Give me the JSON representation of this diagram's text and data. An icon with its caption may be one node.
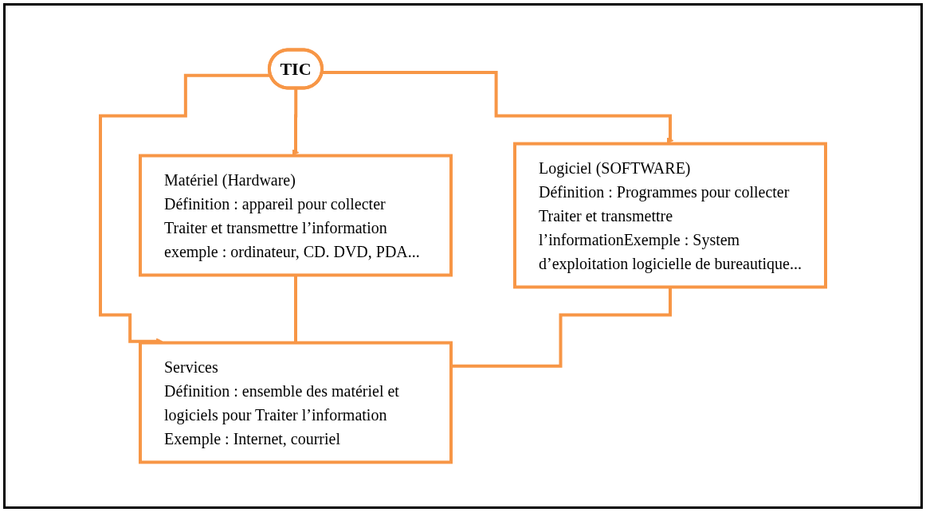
{
  "diagram": {
    "nodes": [
      {
        "text": [
          "TIC"
        ]
      },
      {
        "text": [
          "Matériel (Hardware)",
          "Définition : appareil pour collecter Traiter et transmettre l’information exemple : ordinateur, CD. DVD, PDA..."
        ]
      },
      {
        "text": [
          "Logiciel (SOFTWARE)",
          "Définition : Programmes pour collecter Traiter et transmettre l’informationExemple : System d’exploitation logicielle de bureautique..."
        ]
      },
      {
        "text": [
          "Services",
          "Définition : ensemble des matériel et logiciels pour Traiter l’information Exemple : Internet, courriel"
        ]
      }
    ],
    "edges": [
      {
        "from": 0,
        "to": 1,
        "arrow": "to"
      },
      {
        "from": 0,
        "to": 2,
        "arrow": "to"
      },
      {
        "from": 0,
        "to": 3,
        "arrow": "to"
      },
      {
        "from": 1,
        "to": 3,
        "arrow": "none"
      },
      {
        "from": 2,
        "to": 3,
        "arrow": "none"
      }
    ]
  }
}
